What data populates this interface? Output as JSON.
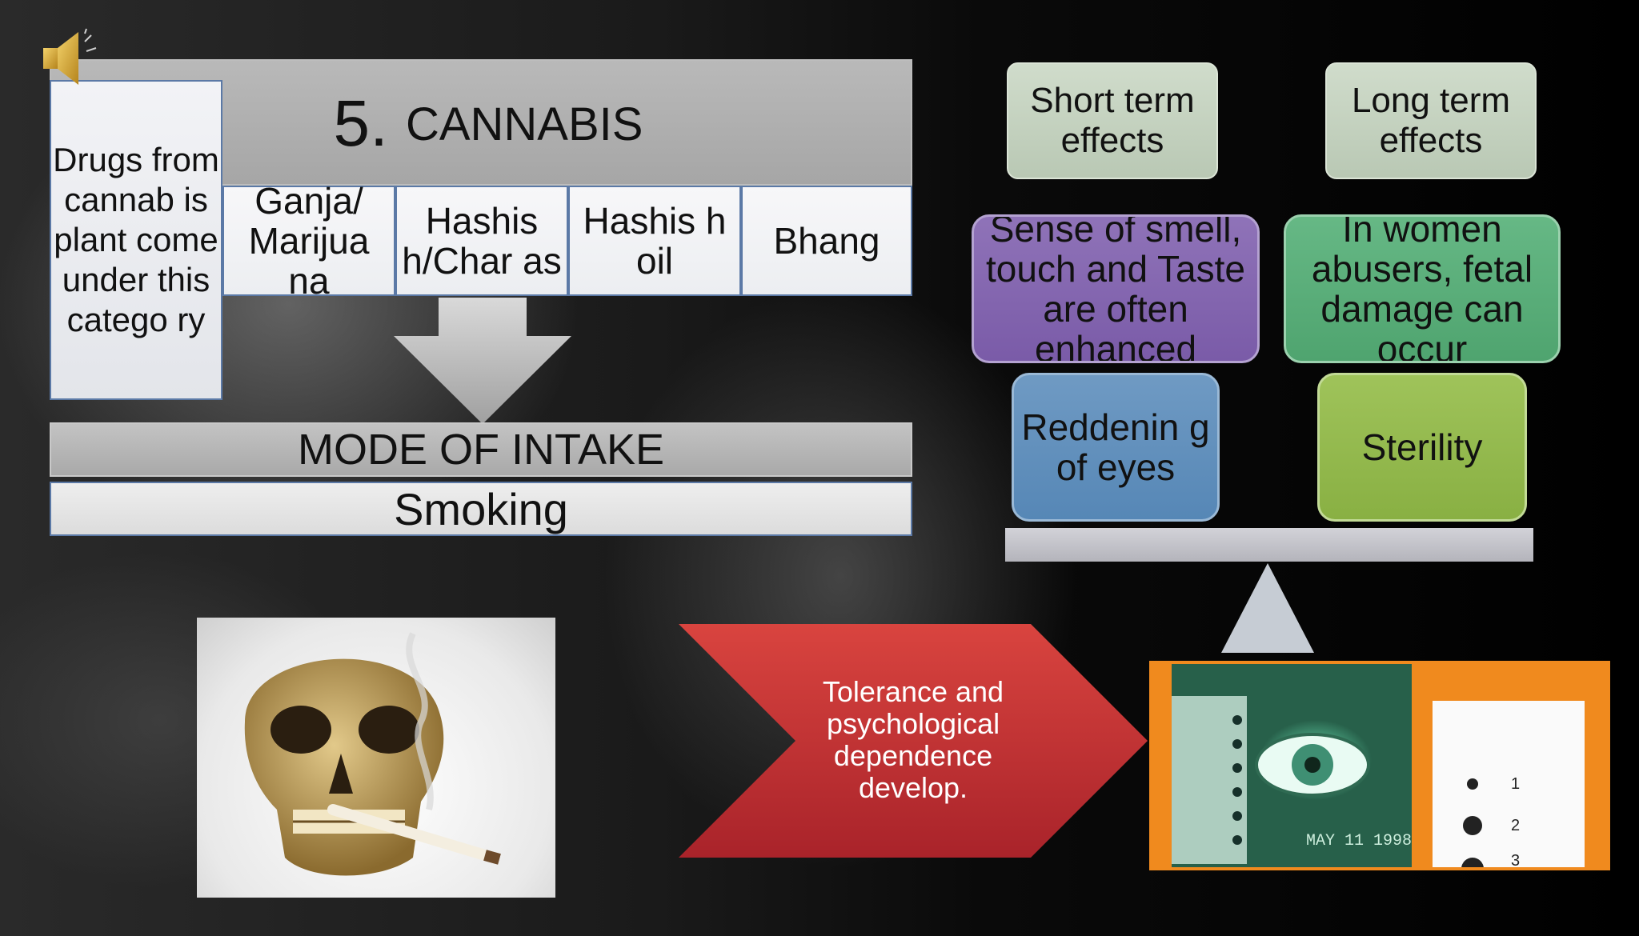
{
  "slide": {
    "title_number": "5.",
    "title_word": "CANNABIS",
    "category_text": "Drugs from cannab is plant come under this catego ry",
    "subtypes": [
      "Ganja/ Marijua na",
      "Hashis h/Char as",
      "Hashis h oil",
      "Bhang"
    ],
    "mode_label": "MODE OF INTAKE",
    "mode_value": "Smoking",
    "chevron_text": "Tolerance and psychological dependence develop.",
    "effects": {
      "short_header": "Short term effects",
      "long_header": "Long term effects",
      "short_items": [
        "Sense of smell, touch and Taste are often enhanced",
        "Reddenin g of eyes"
      ],
      "long_items": [
        "In women abusers, fetal damage can occur",
        "Sterility"
      ]
    },
    "eye_chart_numbers": [
      "1",
      "2",
      "3"
    ],
    "eye_photo_stamp": "MAY 11 1998"
  },
  "colors": {
    "title_bar": "#a6a6a6",
    "short_term_box": "#7a5ba8",
    "long_term_box": "#4fa46f",
    "reddening_box": "#5687b6",
    "sterility_box": "#89b043",
    "chevron": "#c0302f",
    "box_border": "#5b79a6"
  },
  "icons": {
    "speaker": "speaker-icon"
  }
}
